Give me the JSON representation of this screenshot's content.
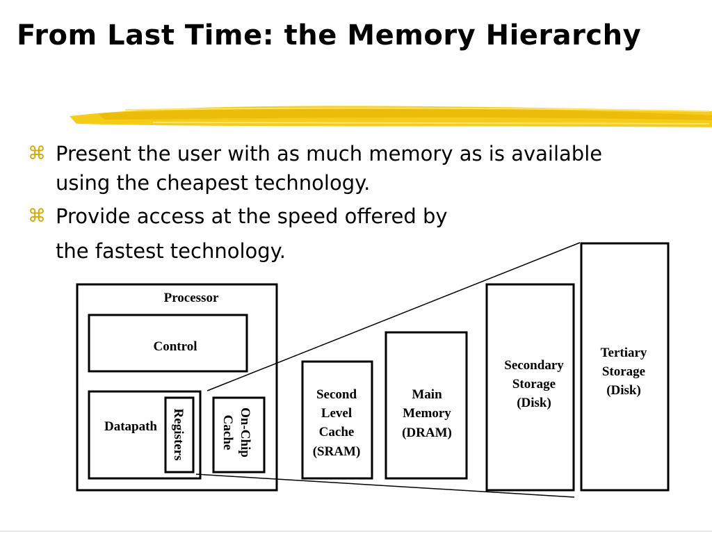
{
  "title": "From Last Time: the Memory Hierarchy",
  "accent_color": "#f2c200",
  "bullet_icon": "command-key-icon",
  "bullet_glyph": "⌘",
  "bullets": [
    {
      "lines": [
        "Present the user with as much memory as is available",
        "using the cheapest technology."
      ]
    },
    {
      "lines": [
        "Provide access at the speed offered by",
        "the fastest technology."
      ]
    }
  ],
  "diagram": {
    "processor": "Processor",
    "control": "Control",
    "datapath": "Datapath",
    "registers": "Registers",
    "onchip_cache": [
      "On-Chip",
      "Cache"
    ],
    "second_level_cache": [
      "Second",
      "Level",
      "Cache",
      "(SRAM)"
    ],
    "main_memory": [
      "Main",
      "Memory",
      "(DRAM)"
    ],
    "secondary_storage": [
      "Secondary",
      "Storage",
      "(Disk)"
    ],
    "tertiary_storage": [
      "Tertiary",
      "Storage",
      "(Disk)"
    ]
  }
}
